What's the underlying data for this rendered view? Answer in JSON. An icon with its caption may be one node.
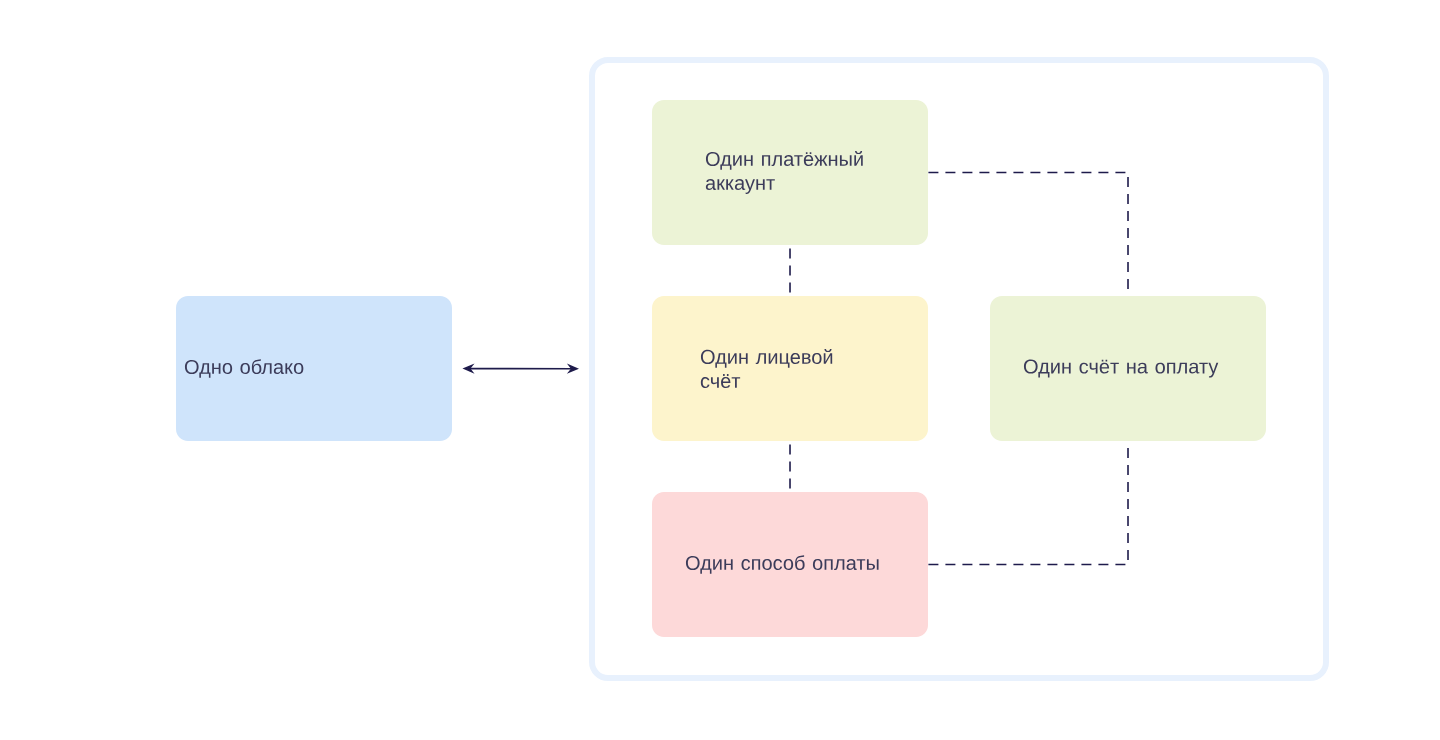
{
  "diagram": {
    "nodes": [
      {
        "text": [
          "Одно облако"
        ]
      },
      {
        "text": [],
        "shape": "box"
      },
      {
        "text": [
          "Один платёжный аккаунт"
        ],
        "in": 1
      },
      {
        "text": [
          "Один лицевой счёт"
        ],
        "in": 1
      },
      {
        "text": [
          "Один счёт на оплату"
        ],
        "in": 1
      },
      {
        "text": [
          "Один способ оплаты"
        ],
        "in": 1
      }
    ],
    "edges": [
      {
        "from": 0,
        "to": 1,
        "arrow": "both"
      },
      {
        "from": 2,
        "to": 3,
        "arrow": "none",
        "style": "dashed"
      },
      {
        "from": 2,
        "to": 4,
        "arrow": "none",
        "style": "dashed"
      },
      {
        "from": 3,
        "to": 5,
        "arrow": "none",
        "style": "dashed"
      },
      {
        "from": 5,
        "to": 4,
        "arrow": "none",
        "style": "dashed"
      }
    ]
  }
}
